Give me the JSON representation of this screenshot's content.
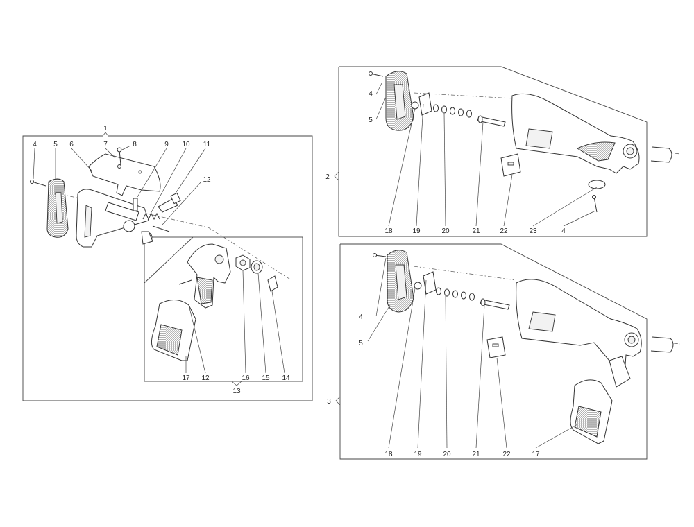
{
  "callouts": {
    "group1": "1",
    "group2": "2",
    "group3": "3",
    "sub13": "13",
    "a4": "4",
    "a5": "5",
    "a6": "6",
    "a7": "7",
    "a8": "8",
    "a9": "9",
    "a10": "10",
    "a11": "11",
    "a12": "12",
    "a12b": "12",
    "a14": "14",
    "a15": "15",
    "a16": "16",
    "a17": "17",
    "b4": "4",
    "b5": "5",
    "b18": "18",
    "b19": "19",
    "b20": "20",
    "b21": "21",
    "b22": "22",
    "b23": "23",
    "b4b": "4",
    "c4": "4",
    "c5": "5",
    "c18": "18",
    "c19": "19",
    "c20": "20",
    "c21": "21",
    "c22": "22",
    "c17": "17"
  },
  "colors": {
    "line": "#333333",
    "frame": "#444444",
    "paper": "#ffffff"
  }
}
